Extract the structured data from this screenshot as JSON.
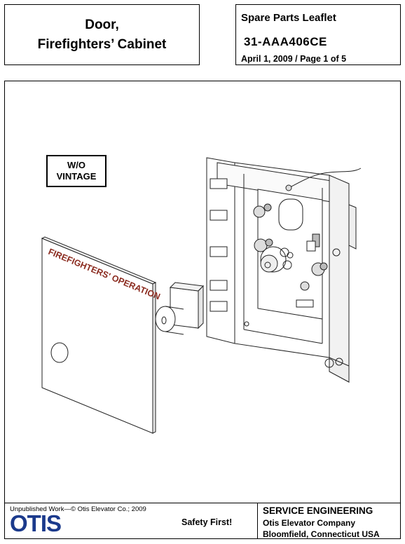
{
  "header": {
    "title_line1": "Door,",
    "title_line2": "Firefighters’ Cabinet",
    "leaflet_label": "Spare Parts Leaflet",
    "part_number": "31-AAA406CE",
    "date_page": "April 1, 2009  / Page 1 of 5"
  },
  "illustration": {
    "vintage_line1": "W/O",
    "vintage_line2": "VINTAGE",
    "door_label": "FIREFIGHTERS' OPERATION",
    "door_label_color": "#8b2b1f"
  },
  "footer": {
    "copyright": "Unpublished Work—© Otis Elevator Co.; 2009",
    "logo_text": "OTIS",
    "logo_color": "#1b3a8c",
    "slogan": "Safety First!",
    "dept": "SERVICE ENGINEERING",
    "company": "Otis Elevator Company",
    "location": "Bloomfield, Connecticut USA"
  }
}
